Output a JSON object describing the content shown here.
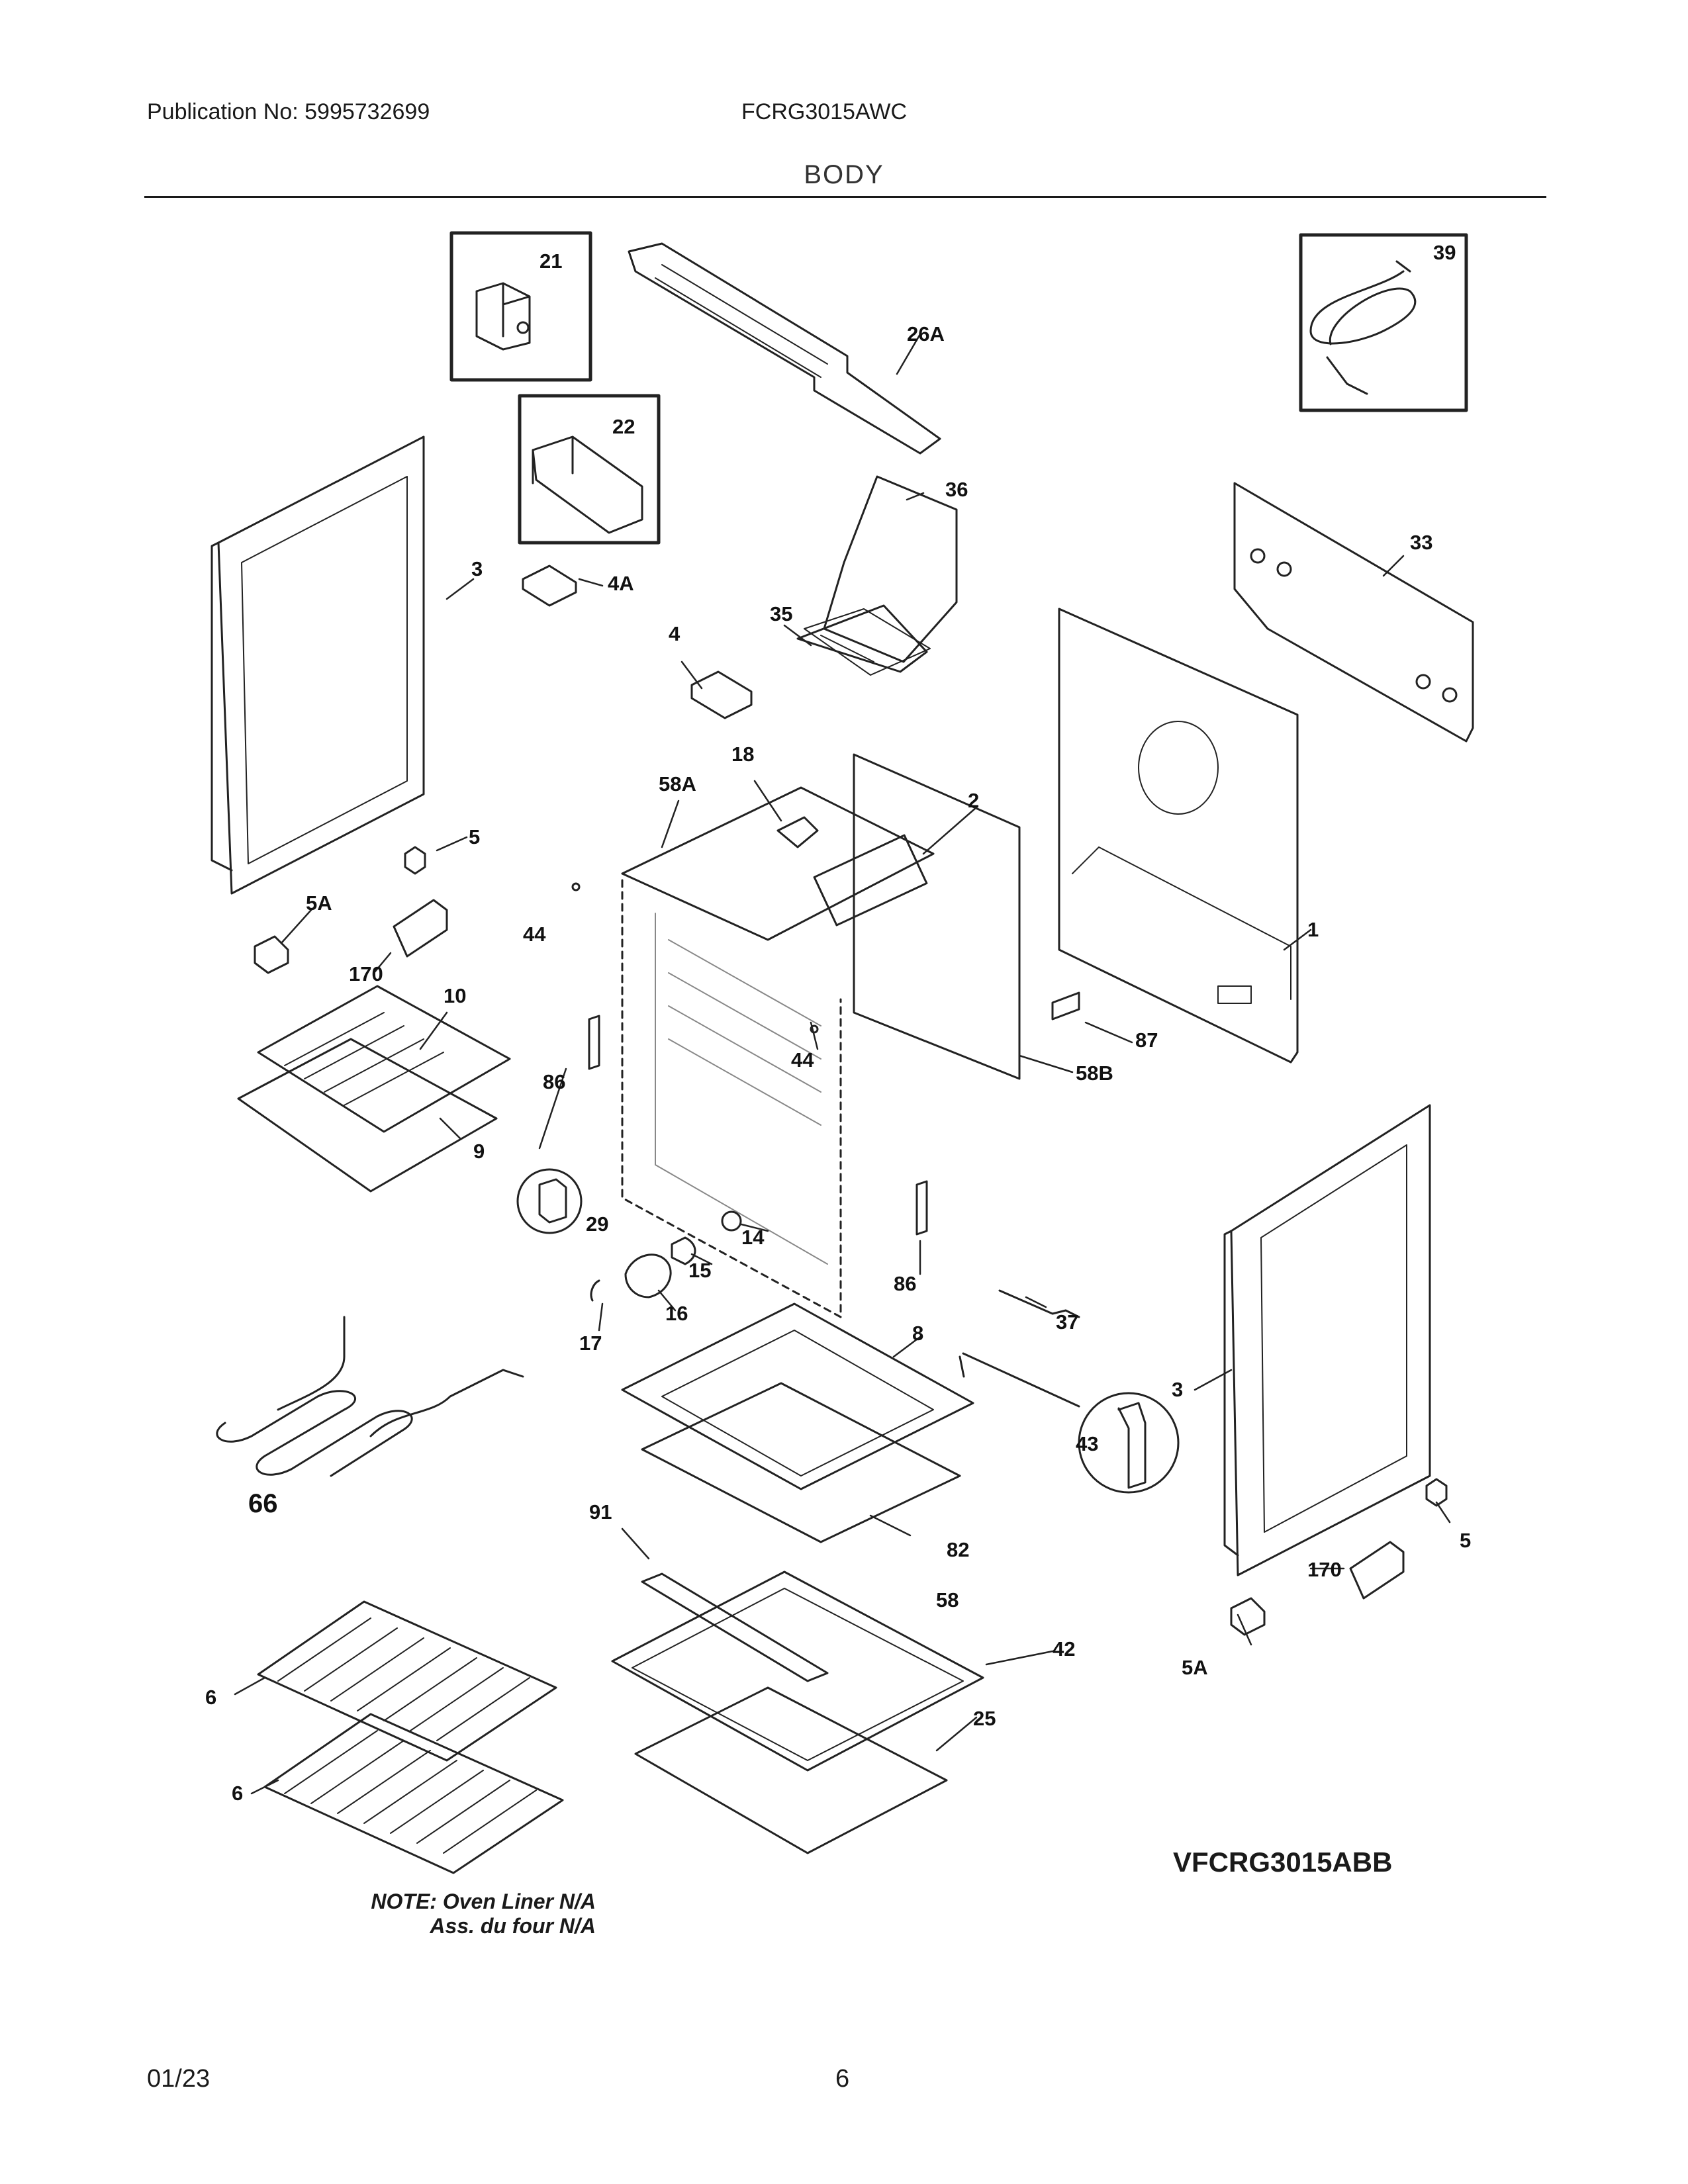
{
  "header": {
    "publication": "Publication No: 5995732699",
    "model": "FCRG3015AWC",
    "section_title": "BODY"
  },
  "callouts": [
    "21",
    "26A",
    "39",
    "22",
    "36",
    "33",
    "3",
    "4A",
    "35",
    "4",
    "18",
    "58A",
    "2",
    "5",
    "5A",
    "170",
    "44",
    "1",
    "10",
    "86",
    "44",
    "87",
    "58B",
    "9",
    "29",
    "14",
    "15",
    "16",
    "86",
    "17",
    "8",
    "37",
    "66",
    "3",
    "43",
    "91",
    "82",
    "5",
    "170",
    "58",
    "42",
    "5A",
    "6",
    "25",
    "6"
  ],
  "note": {
    "line1": "NOTE: Oven Liner N/A",
    "line2": "Ass. du four N/A"
  },
  "variant_model": "VFCRG3015ABB",
  "footer": {
    "date": "01/23",
    "page": "6"
  }
}
